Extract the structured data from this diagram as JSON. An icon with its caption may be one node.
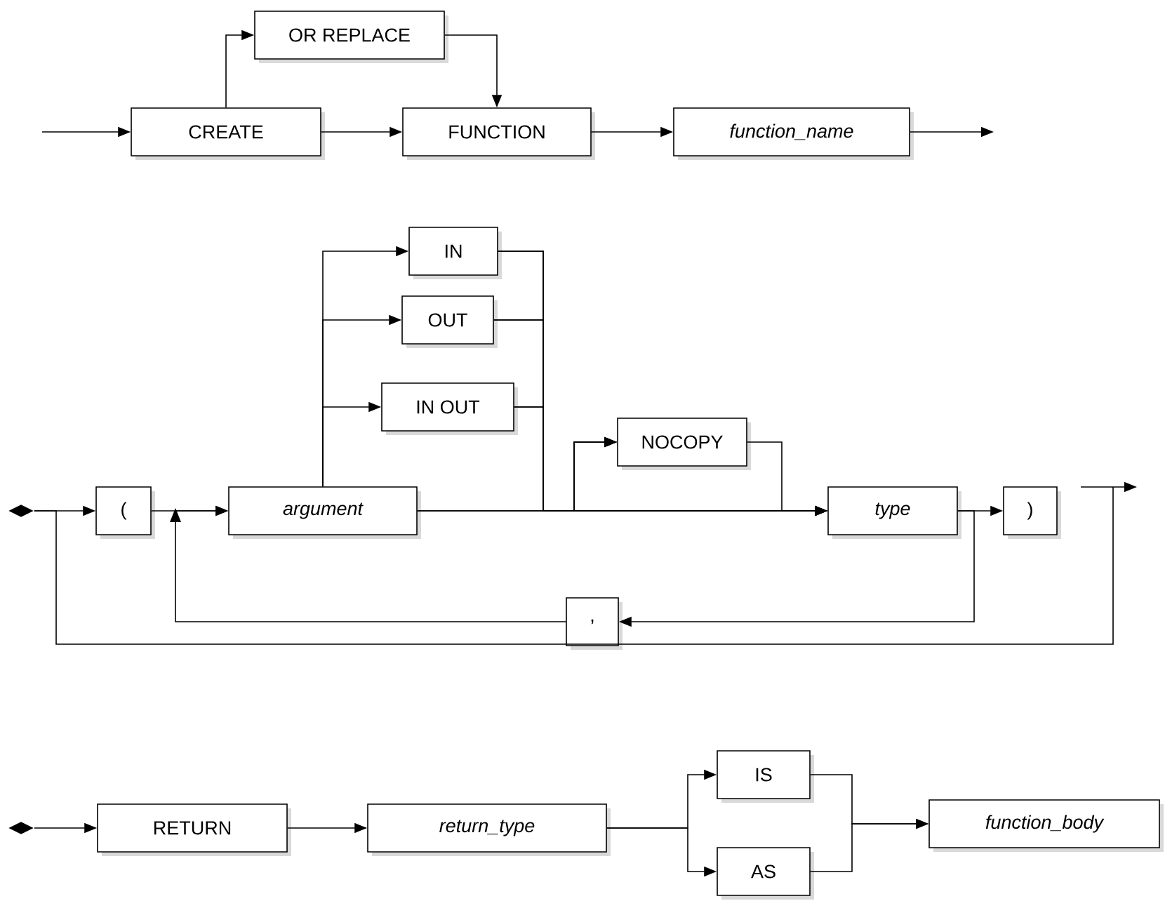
{
  "diagram": {
    "nodes": [
      {
        "text": [
          "OR REPLACE"
        ]
      },
      {
        "text": [
          "CREATE"
        ]
      },
      {
        "text": [
          "FUNCTION"
        ]
      },
      {
        "text": [
          "function_name"
        ]
      },
      {
        "text": [
          "IN"
        ]
      },
      {
        "text": [
          "OUT"
        ]
      },
      {
        "text": [
          "IN OUT"
        ]
      },
      {
        "text": [],
        "shape": "diamond"
      },
      {
        "text": [
          "("
        ]
      },
      {
        "text": [
          "argument"
        ]
      },
      {
        "text": [
          "NOCOPY"
        ]
      },
      {
        "text": [
          "type"
        ]
      },
      {
        "text": [
          ")"
        ]
      },
      {
        "text": [
          ","
        ]
      },
      {
        "text": [],
        "shape": "diamond"
      },
      {
        "text": [
          "RETURN"
        ]
      },
      {
        "text": [
          "return_type"
        ]
      },
      {
        "text": [
          "IS"
        ]
      },
      {
        "text": [
          "AS"
        ]
      },
      {
        "text": [
          "function_body"
        ]
      }
    ],
    "edges": [
      {
        "from": null,
        "to": 1,
        "arrow": "to"
      },
      {
        "from": 1,
        "to": 0,
        "arrow": "to"
      },
      {
        "from": 1,
        "to": 2,
        "arrow": "to"
      },
      {
        "from": 0,
        "to": 2,
        "arrow": "to"
      },
      {
        "from": 2,
        "to": 3,
        "arrow": "to"
      },
      {
        "from": 3,
        "to": null,
        "arrow": "to"
      },
      {
        "from": 7,
        "to": 8,
        "arrow": "to"
      },
      {
        "from": 7,
        "to": null,
        "arrow": "to"
      },
      {
        "from": 8,
        "to": 9,
        "arrow": "to"
      },
      {
        "from": 9,
        "to": 4,
        "arrow": "to"
      },
      {
        "from": 9,
        "to": 5,
        "arrow": "to"
      },
      {
        "from": 9,
        "to": 6,
        "arrow": "to"
      },
      {
        "from": 4,
        "to": 10,
        "arrow": "to"
      },
      {
        "from": 4,
        "to": 11,
        "arrow": "to"
      },
      {
        "from": 5,
        "to": 10,
        "arrow": "to"
      },
      {
        "from": 5,
        "to": 11,
        "arrow": "to"
      },
      {
        "from": 6,
        "to": 10,
        "arrow": "to"
      },
      {
        "from": 6,
        "to": 11,
        "arrow": "to"
      },
      {
        "from": 9,
        "to": 10,
        "arrow": "to"
      },
      {
        "from": 9,
        "to": 11,
        "arrow": "to"
      },
      {
        "from": 10,
        "to": 11,
        "arrow": "to"
      },
      {
        "from": 11,
        "to": 12,
        "arrow": "to"
      },
      {
        "from": 11,
        "to": 13,
        "arrow": "to"
      },
      {
        "from": 13,
        "to": 9,
        "arrow": "to"
      },
      {
        "from": 14,
        "to": 15,
        "arrow": "to"
      },
      {
        "from": 15,
        "to": 16,
        "arrow": "to"
      },
      {
        "from": 16,
        "to": 17,
        "arrow": "to"
      },
      {
        "from": 16,
        "to": 18,
        "arrow": "to"
      },
      {
        "from": 17,
        "to": 19,
        "arrow": "to"
      },
      {
        "from": 18,
        "to": 19,
        "arrow": "to"
      }
    ]
  }
}
